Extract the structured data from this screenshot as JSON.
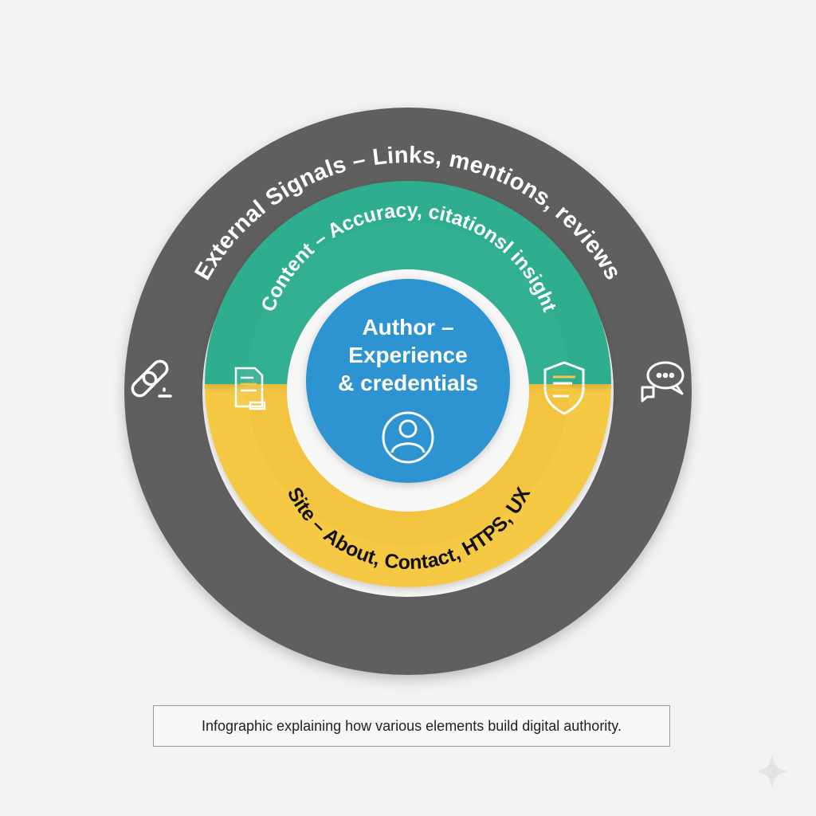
{
  "diagram": {
    "outer_ring_label": "External Signals – Links, mentions, reviews",
    "content_ring_label": "Content – Accuracy, citationsl insight",
    "site_ring_label": "Site – About, Contact, HTPS, UX",
    "center_label_lines": [
      "Author –",
      "Experience",
      "& credentials"
    ],
    "icons": [
      "broken-link-icon",
      "document-icon",
      "shield-icon",
      "chat-bubbles-icon",
      "user-avatar-icon",
      "sparkle-icon"
    ],
    "colors": {
      "outer_ring": "#5f5f5f",
      "content_ring": "#2fae8f",
      "site_ring": "#f6c945",
      "center": "#2f93d1",
      "background": "#f3f3f3"
    }
  },
  "caption": "Infographic explaining how various elements build digital authority."
}
